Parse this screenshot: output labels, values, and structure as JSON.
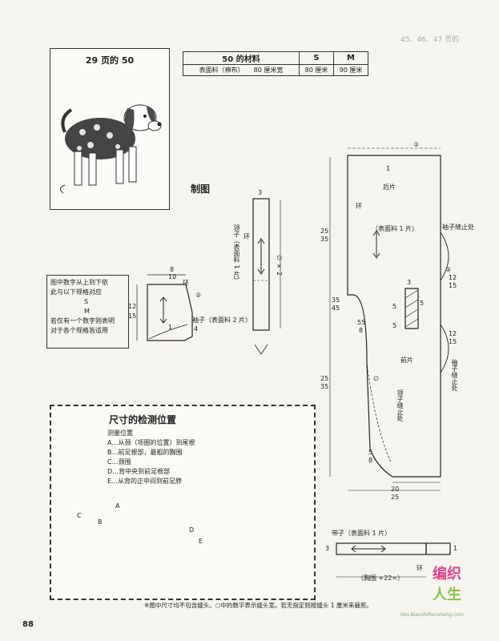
{
  "header_faded": {
    "top_right": "45、46、47 页的",
    "page_ref": "29 页的 50"
  },
  "photo": {
    "title": "29 页的 50"
  },
  "materials": {
    "title": "50 的材料",
    "col_s": "S",
    "col_m": "M",
    "row_label": "表面料（棉布）",
    "row_s": "80 厘米宽",
    "row_s2": "80 厘米",
    "row_m": "90 厘米"
  },
  "draft_title": "制图",
  "note": {
    "lines": [
      "图中数字从上到下依",
      "此与以下规格对应",
      "S",
      "M",
      "若仅有一个数字则表明",
      "对于各个规格皆适用"
    ]
  },
  "sleeve": {
    "label": "袖子（表面料 2 片）",
    "n8": "8",
    "n10": "10",
    "n12": "12",
    "n15": "15",
    "n4": "4",
    "n1": "1",
    "c2": "②",
    "ring": "环"
  },
  "collar": {
    "label": "领子（表面料 1 片）",
    "n3": "3",
    "dim": "∅ × 2",
    "ring": "环"
  },
  "body": {
    "back": "后片",
    "back_fabric": "（表面料 1 片）",
    "front": "前片",
    "sleeve_stop": "袖子缝止处",
    "collar_stop": "领子缝止处",
    "ring": "环",
    "n25a": "25",
    "n35a": "35",
    "n25b": "25",
    "n35b": "35",
    "n35": "35",
    "n45": "45",
    "n55": "55",
    "n8": "8",
    "n12a": "12",
    "n15a": "15",
    "n12b": "12",
    "n15b": "15",
    "n20": "20",
    "n25": "25",
    "n5a": "5",
    "n5b": "5",
    "n3": "3",
    "n5c": "5",
    "n8b": "8",
    "c2a": "②",
    "c2b": "②",
    "n1": "1",
    "phi": "∅"
  },
  "strap": {
    "label": "带子（表面料 1 片）",
    "n3": "3",
    "dim": "（胸围 +22=）",
    "ring": "环",
    "n1": "1"
  },
  "measure": {
    "title": "尺寸的检测位置",
    "subtitle": "测量位置",
    "items": [
      "A…从颈（项圈的位置）到尾根",
      "B…前足根部，最粗的胸围",
      "C…颈围",
      "D…背中央到前足根部",
      "E…从背的正中间到前足脖"
    ],
    "a": "A",
    "b": "B",
    "c": "C",
    "d": "D",
    "e": "E"
  },
  "footnote": "※图中尺寸均不包含缝头。○中的数字表示缝头宽，若无指定则按缝头 1 厘米来裁剪。",
  "page_number": "88",
  "watermark": {
    "line1": "编织",
    "line2": "人生",
    "url": "bbs.BianzhiRensheng.com"
  }
}
